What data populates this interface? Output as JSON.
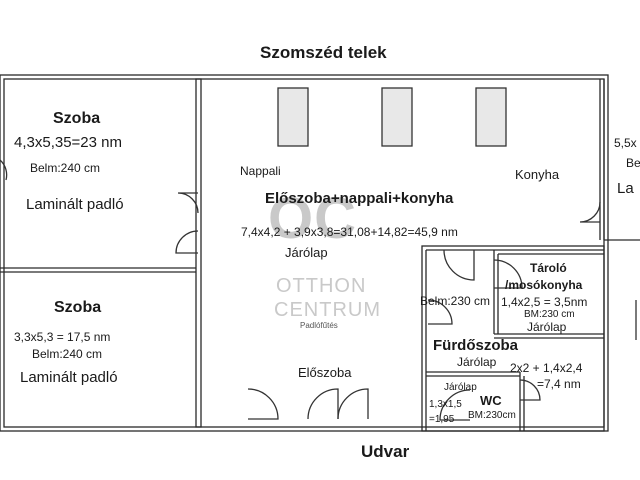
{
  "title_top": "Szomszéd telek",
  "title_bottom": "Udvar",
  "watermark": {
    "logo": "OC",
    "line1": "OTTHON",
    "line2": "CENTRUM",
    "line3": "Padlófűtés"
  },
  "room_a": {
    "name": "Szoba",
    "dims": "4,3x5,35=23 nm",
    "height": "Belm:240 cm",
    "floor": "Laminált padló"
  },
  "room_b": {
    "name": "Szoba",
    "dims": "3,3x5,3 = 17,5 nm",
    "height": "Belm:240 cm",
    "floor": "Laminált padló"
  },
  "main_room": {
    "name": "Előszoba+nappali+konyha",
    "dims": "7,4x4,2 + 3,9x3,8=31,08+14,82=45,9 nm",
    "floor": "Járólap",
    "zone_living": "Nappali",
    "zone_kitchen": "Konyha",
    "zone_hall": "Előszoba",
    "height": "Belm:230 cm"
  },
  "right_room": {
    "dims": "5,5x",
    "height": "Be",
    "floor": "La"
  },
  "storage": {
    "name_1": "Tároló",
    "name_2": "/mosókonyha",
    "dims": "1,4x2,5 = 3,5nm",
    "height": "BM:230 cm",
    "floor": "Járólap"
  },
  "bathroom": {
    "name": "Fürdőszoba",
    "floor": "Járólap",
    "dims_1": "2x2 + 1,4x2,4",
    "dims_2": "=7,4 nm"
  },
  "wc": {
    "name": "WC",
    "floor": "Járólap",
    "dims_1": "1,3x1,5",
    "dims_2": "=1,95",
    "height": "BM:230cm"
  }
}
